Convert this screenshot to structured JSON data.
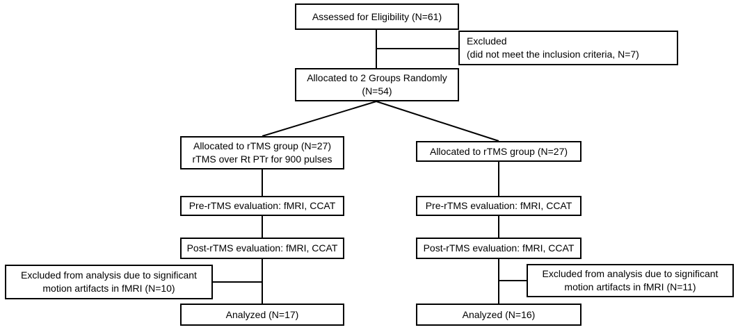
{
  "flowchart": {
    "assessed": {
      "line1": "Assessed for Eligibility (N=61)"
    },
    "excluded_top": {
      "line1": "Excluded",
      "line2": "(did not meet the inclusion criteria, N=7)"
    },
    "allocated": {
      "line1": "Allocated to 2 Groups Randomly",
      "line2": "(N=54)"
    },
    "left_branch": {
      "allocated": {
        "line1": "Allocated to rTMS group (N=27)",
        "line2": "rTMS over Rt PTr for 900 pulses"
      },
      "pre_eval": "Pre-rTMS evaluation: fMRI, CCAT",
      "post_eval": "Post-rTMS evaluation: fMRI, CCAT",
      "excluded": {
        "line1": "Excluded from analysis due to significant",
        "line2": "motion artifacts in fMRI (N=10)"
      },
      "analyzed": "Analyzed (N=17)"
    },
    "right_branch": {
      "allocated": "Allocated to rTMS group (N=27)",
      "pre_eval": "Pre-rTMS evaluation: fMRI, CCAT",
      "post_eval": "Post-rTMS evaluation: fMRI, CCAT",
      "excluded": {
        "line1": "Excluded from analysis due to significant",
        "line2": "motion artifacts in fMRI (N=11)"
      },
      "analyzed": "Analyzed (N=16)"
    }
  }
}
